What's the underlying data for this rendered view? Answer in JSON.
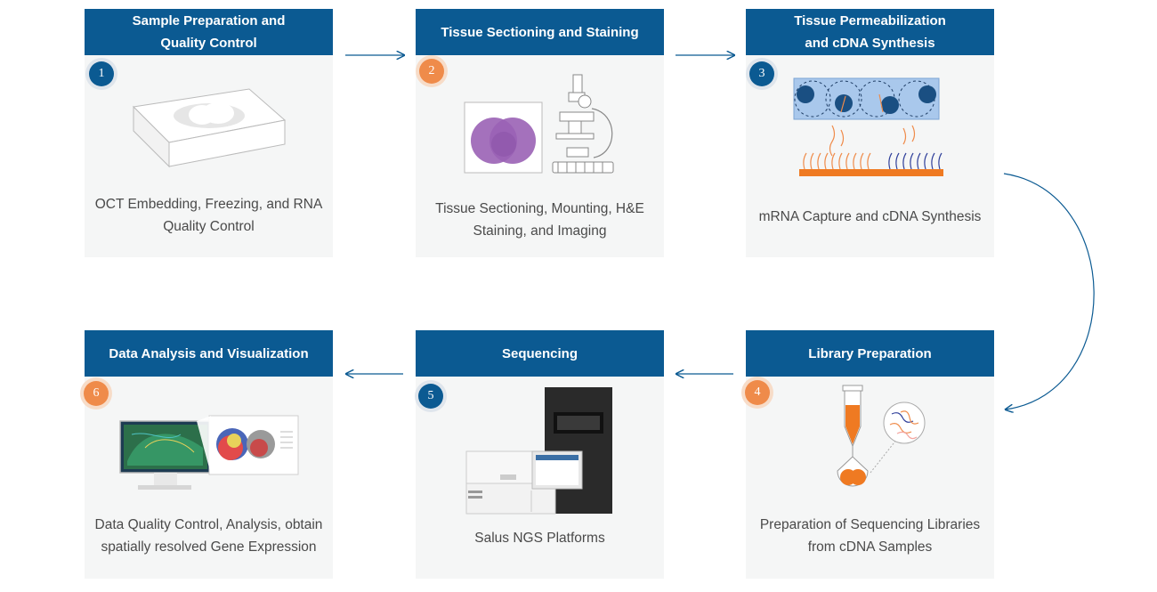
{
  "steps": [
    {
      "number": "1",
      "title": "Sample Preparation and\nQuality Control",
      "caption": "OCT Embedding, Freezing, and RNA\nQuality Control"
    },
    {
      "number": "2",
      "title": "Tissue Sectioning and Staining",
      "caption": "Tissue Sectioning, Mounting, H&E\nStaining, and Imaging"
    },
    {
      "number": "3",
      "title": "Tissue Permeabilization\nand cDNA Synthesis",
      "caption": "mRNA Capture and cDNA Synthesis"
    },
    {
      "number": "4",
      "title": "Library Preparation",
      "caption": "Preparation of Sequencing Libraries\nfrom cDNA Samples"
    },
    {
      "number": "5",
      "title": "Sequencing",
      "caption": "Salus NGS Platforms"
    },
    {
      "number": "6",
      "title": "Data Analysis and Visualization",
      "caption": "Data Quality Control, Analysis, obtain\nspatially resolved Gene Expression"
    }
  ],
  "colors": {
    "header": "#0b5a92",
    "accent": "#ef8b4a",
    "card": "#f5f6f6",
    "purple": "#9a62b5"
  },
  "icons": {
    "step1": "tissue-block-icon",
    "step2": "microscope-icon",
    "step3": "capture-slide-icon",
    "step4": "tube-icon",
    "step5": "sequencer-icon",
    "step6": "monitor-icon"
  }
}
